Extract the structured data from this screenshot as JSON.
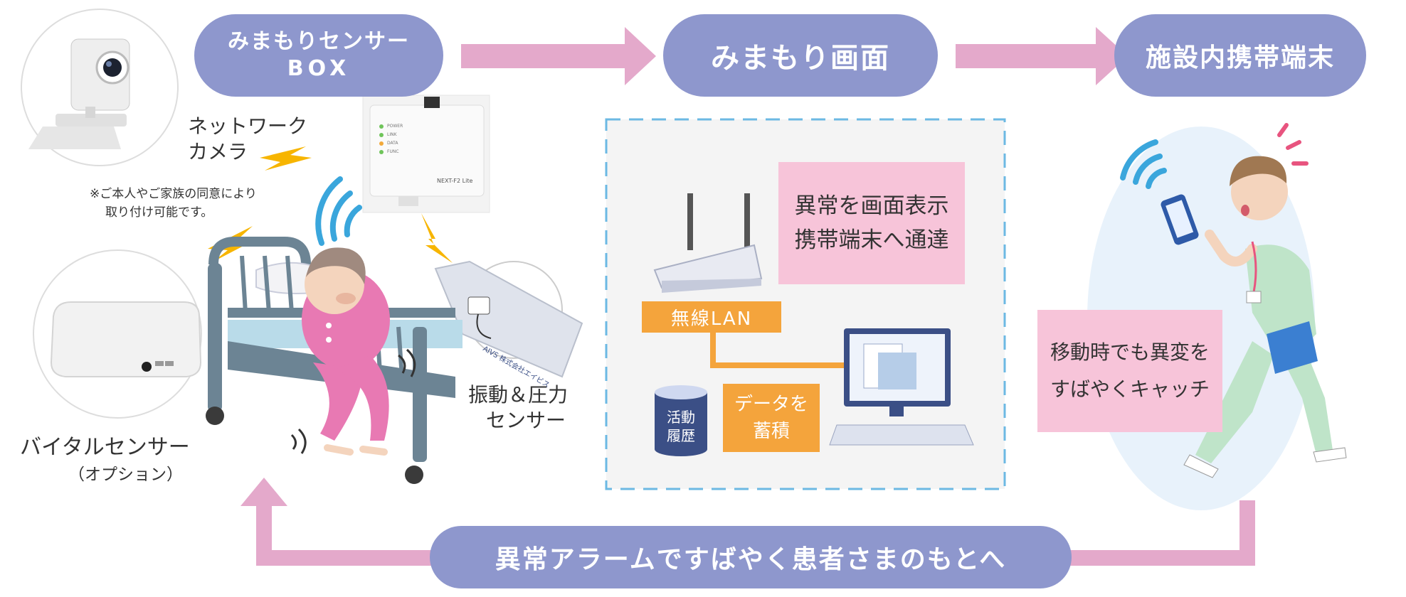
{
  "flow": {
    "sensor_box_line1": "みまもりセンサー",
    "sensor_box_line2": "BOX",
    "screen": "みまもり画面",
    "mobile": "施設内携帯端末",
    "alarm": "異常アラームですばやく患者さまのもとへ"
  },
  "labels": {
    "camera_line1": "ネットワーク",
    "camera_line2": "カメラ",
    "consent_line1": "※ご本人やご家族の同意により",
    "consent_line2": "取り付け可能です。",
    "vital_sensor": "バイタルセンサー",
    "vital_option": "（オプション）",
    "vibration_line1": "振動＆圧力",
    "vibration_line2": "センサー"
  },
  "device_text": {
    "led1": "POWER",
    "led2": "LINK",
    "led3": "DATA",
    "led4": "FUNC",
    "box_brand": "NEXT-F2 Lite",
    "pad_brand": "AIVS 株式会社エイビス"
  },
  "screen_panel": {
    "notice_line1": "異常を画面表示",
    "notice_line2": "携帯端末へ通達",
    "wireless_lan": "無線LAN",
    "history_line1": "活動",
    "history_line2": "履歴",
    "store_line1": "データを",
    "store_line2": "蓄積"
  },
  "mobile_panel": {
    "catch_line1": "移動時でも異変を",
    "catch_line2": "すばやくキャッチ"
  },
  "colors": {
    "pill": "#8e97cd",
    "arrow": "#e4a9cb",
    "pink_box": "#f7c4d9",
    "orange": "#f4a43c",
    "dashed_border": "#6cb9e3",
    "signal_blue": "#3aa6dc",
    "lightning": "#f7b500"
  },
  "icons": [
    "network-camera-icon",
    "sensor-box-icon",
    "vital-sensor-icon",
    "pressure-pad-icon",
    "bed-icon",
    "patient-icon",
    "router-icon",
    "database-icon",
    "computer-icon",
    "nurse-icon",
    "smartphone-icon",
    "lightning-icon",
    "wifi-signal-icon"
  ]
}
